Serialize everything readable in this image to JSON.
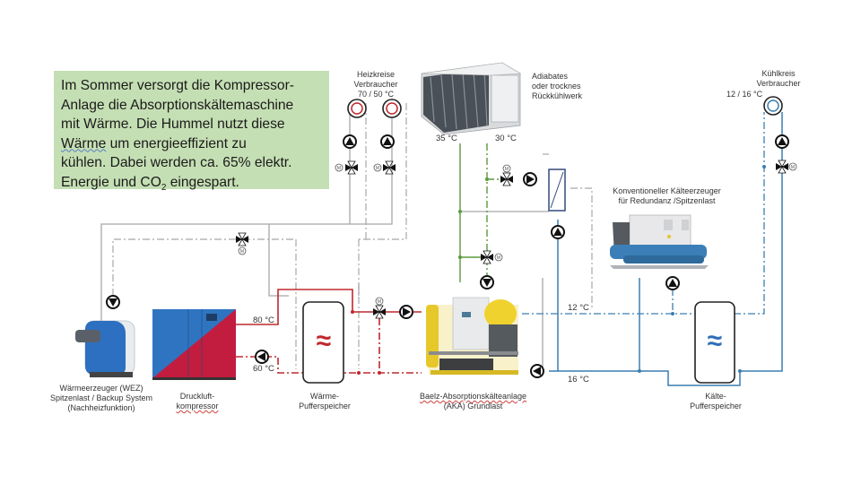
{
  "info_box": {
    "line1": "Im Sommer versorgt die Kompressor-",
    "line2": "Anlage die Absorptionskältemaschine",
    "line3": "mit Wärme. Die Hummel nutzt diese",
    "line4_underlined": "Wärme",
    "line4_rest": " um energieeffizient zu",
    "line5": "kühlen. Dabei werden ca. 65% elektr.",
    "line6_a": "Energie und CO",
    "line6_sub": "2",
    "line6_b": " eingespart."
  },
  "labels": {
    "heizkreise": [
      "Heizkreise",
      "Verbraucher",
      "70 / 50 °C"
    ],
    "rueckkuehlwerk": [
      "Adiabates",
      "oder trocknes",
      "Rückkühlwerk"
    ],
    "kuehlkreis": [
      "Kühlkreis",
      "Verbraucher"
    ],
    "kuehlkreis_temp": "12 / 16 °C",
    "konventionell": [
      "Konventioneller Kälteerzeuger",
      "für Redundanz /Spitzenlast"
    ],
    "waermeerzeuger": [
      "Wärmeerzeuger (WEZ)",
      "Spitzenlast / Backup System",
      "(Nachheizfunktion)"
    ],
    "kompressor": [
      "Druckluft-",
      "kompressor"
    ],
    "waerme_puffer": [
      "Wärme-",
      "Pufferspeicher"
    ],
    "aka": [
      "Baelz-Absorptionskälteanlage",
      "(AKA) Grundlast"
    ],
    "kaelte_puffer": [
      "Kälte-",
      "Pufferspeicher"
    ]
  },
  "temperatures": {
    "t35": "35 °C",
    "t30": "30 °C",
    "t80": "80 °C",
    "t60": "60 °C",
    "t12": "12 °C",
    "t16": "16 °C"
  },
  "symbols": {
    "wave": "≈"
  },
  "colors": {
    "info_bg": "#c5dfb4",
    "hot_line": "#c0282e",
    "cold_line": "#3a7fb0",
    "green_line": "#5a9a3c",
    "grey_line": "#a8a8a8"
  }
}
